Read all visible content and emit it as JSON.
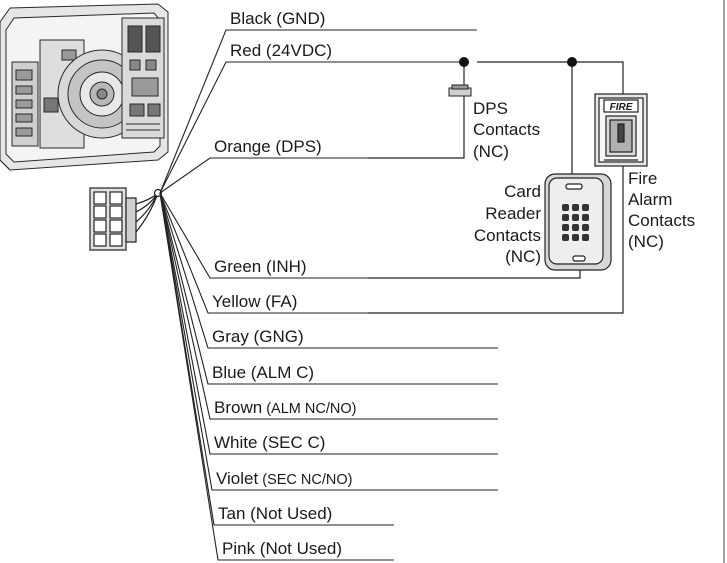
{
  "wires": [
    {
      "label": "Black (GND)"
    },
    {
      "label": "Red (24VDC)"
    },
    {
      "label": "Orange (DPS)"
    },
    {
      "label": "Green (INH)"
    },
    {
      "label": "Yellow (FA)"
    },
    {
      "label": "Gray (GNG)"
    },
    {
      "label": "Blue (ALM C)"
    },
    {
      "label": "Brown",
      "sub": "(ALM NC/NO)"
    },
    {
      "label": "White (SEC C)"
    },
    {
      "label": "Violet",
      "sub": "(SEC NC/NO)"
    },
    {
      "label": "Tan (Not Used)"
    },
    {
      "label": "Pink (Not Used)"
    }
  ],
  "devices": {
    "dps": {
      "lines": [
        "DPS",
        "Contacts",
        "(NC)"
      ]
    },
    "card_reader": {
      "lines": [
        "Card",
        "Reader",
        "Contacts",
        "(NC)"
      ]
    },
    "fire_alarm": {
      "lines": [
        "Fire",
        "Alarm",
        "Contacts",
        "(NC)"
      ],
      "sign": "FIRE"
    }
  },
  "icons": {
    "unit": "door-alarm-unit-icon",
    "connector": "wire-harness-connector-icon",
    "dps": "door-position-switch-icon",
    "card_reader": "card-reader-keypad-icon",
    "fire_alarm": "fire-alarm-pull-station-icon"
  }
}
